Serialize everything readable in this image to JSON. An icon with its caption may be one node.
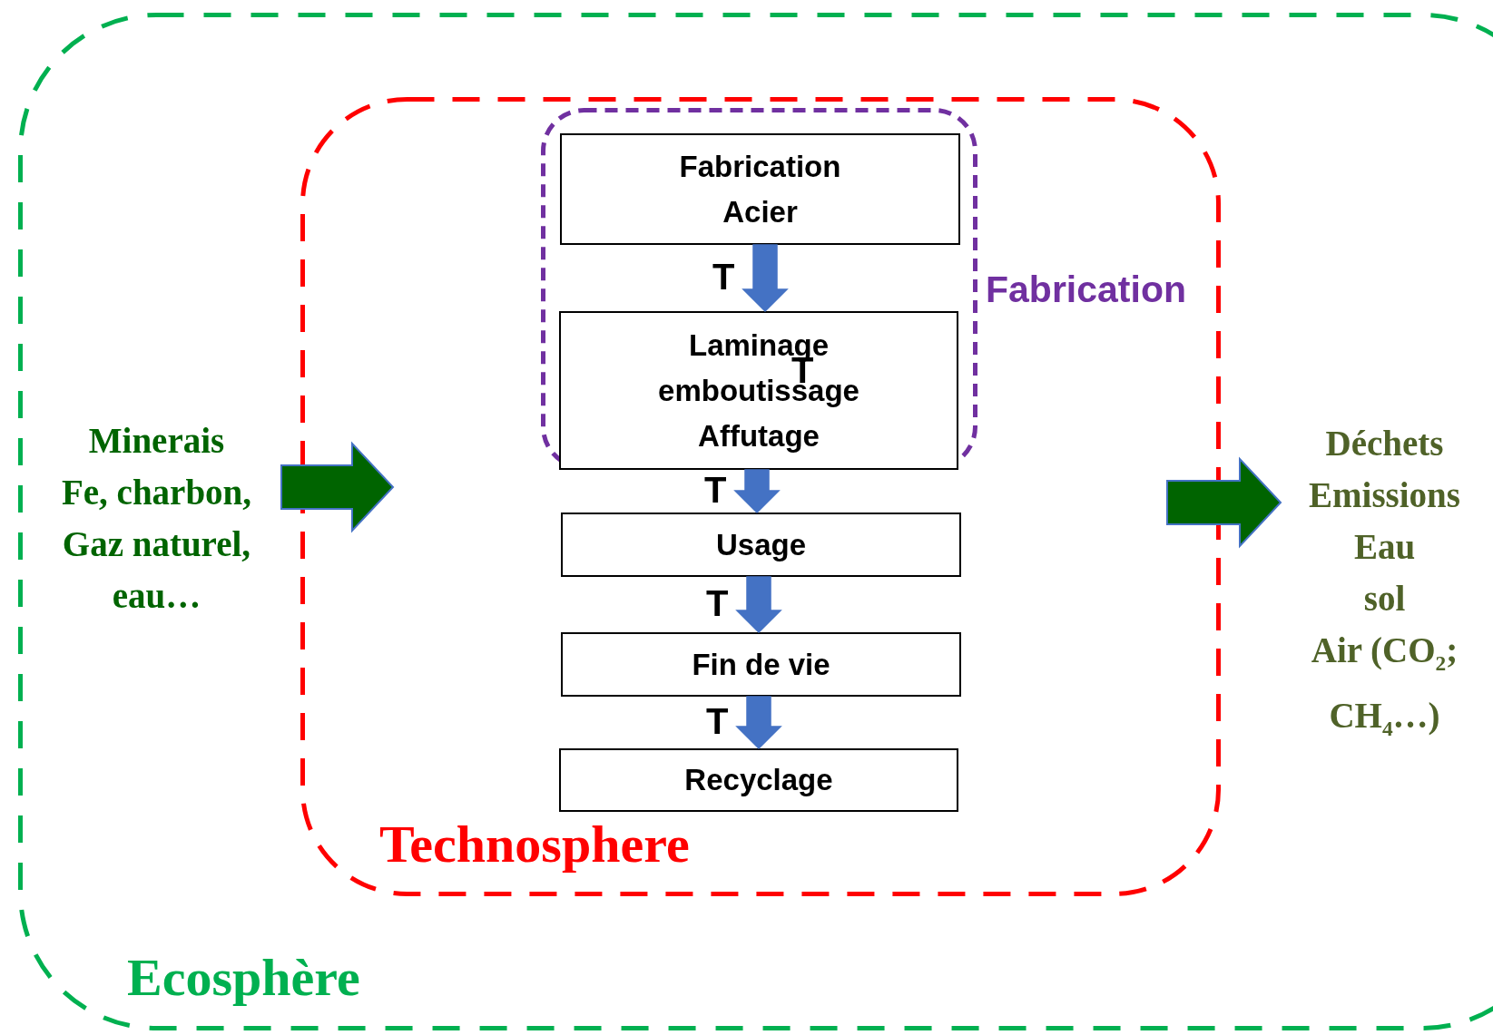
{
  "diagram": {
    "nodes": [
      {
        "text": [
          "Ecosphère"
        ]
      },
      {
        "text": [
          "Technosphere"
        ],
        "in": 0
      },
      {
        "text": [
          "Fabrication"
        ],
        "in": 1
      },
      {
        "text": [
          "Fabrication",
          "Acier"
        ],
        "in": 2
      },
      {
        "text": [
          "Laminage",
          "emboutissage",
          "Affutage"
        ],
        "in": 2
      },
      {
        "text": [
          "Usage"
        ],
        "in": 1
      },
      {
        "text": [
          "Fin de vie"
        ],
        "in": 1
      },
      {
        "text": [
          "Recyclage"
        ],
        "in": 1
      },
      {
        "text": [
          "Minerais",
          "Fe, charbon,",
          "Gaz naturel,",
          "eau…"
        ],
        "in": 0
      },
      {
        "text": [
          "Déchets",
          "Emissions",
          "Eau",
          "sol",
          "Air (CO$_{2}$;",
          "CH$_{4}$…)"
        ],
        "in": 0
      }
    ],
    "edges": [
      {
        "from": 3,
        "to": 4,
        "arrow": "to",
        "label": "T"
      },
      {
        "from": 4,
        "to": 5,
        "arrow": "to",
        "label": "T"
      },
      {
        "from": 5,
        "to": 6,
        "arrow": "to",
        "label": "T"
      },
      {
        "from": 6,
        "to": 7,
        "arrow": "to",
        "label": "T"
      },
      {
        "from": 8,
        "to": 1,
        "arrow": "to",
        "color": "#006400"
      },
      {
        "from": 1,
        "to": 9,
        "arrow": "to",
        "color": "#006400"
      }
    ],
    "labels": [
      "T"
    ]
  }
}
